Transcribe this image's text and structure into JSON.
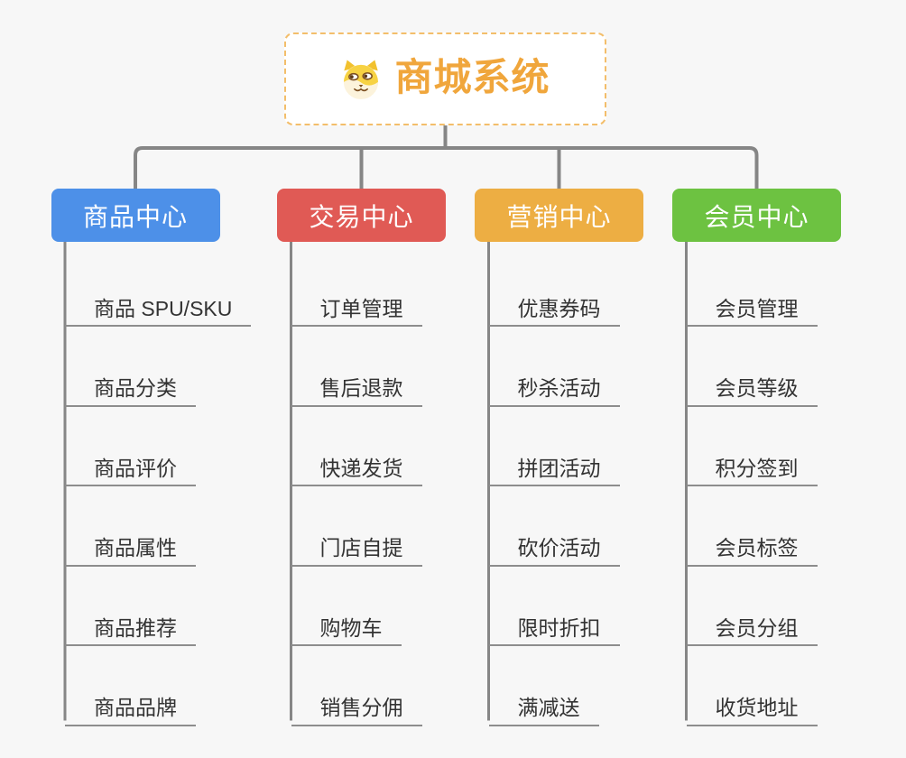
{
  "root": {
    "label": "商城系统",
    "icon": "doge-icon",
    "text_color": "#f0a63c",
    "border_color": "#f3be6b",
    "background": "#ffffff"
  },
  "branches": [
    {
      "label": "商品中心",
      "color": "#4d90e8",
      "children": [
        "商品 SPU/SKU",
        "商品分类",
        "商品评价",
        "商品属性",
        "商品推荐",
        "商品品牌"
      ]
    },
    {
      "label": "交易中心",
      "color": "#e05a55",
      "children": [
        "订单管理",
        "售后退款",
        "快递发货",
        "门店自提",
        "购物车",
        "销售分佣"
      ]
    },
    {
      "label": "营销中心",
      "color": "#edae43",
      "children": [
        "优惠券码",
        "秒杀活动",
        "拼团活动",
        "砍价活动",
        "限时折扣",
        "满减送"
      ]
    },
    {
      "label": "会员中心",
      "color": "#6dc241",
      "children": [
        "会员管理",
        "会员等级",
        "积分签到",
        "会员标签",
        "会员分组",
        "收货地址"
      ]
    }
  ],
  "colors": {
    "page_background": "#f7f7f7",
    "connector": "#868686",
    "leaf_underline": "#8d8d8d",
    "leaf_text": "#333333",
    "branch_text": "#ffffff"
  }
}
